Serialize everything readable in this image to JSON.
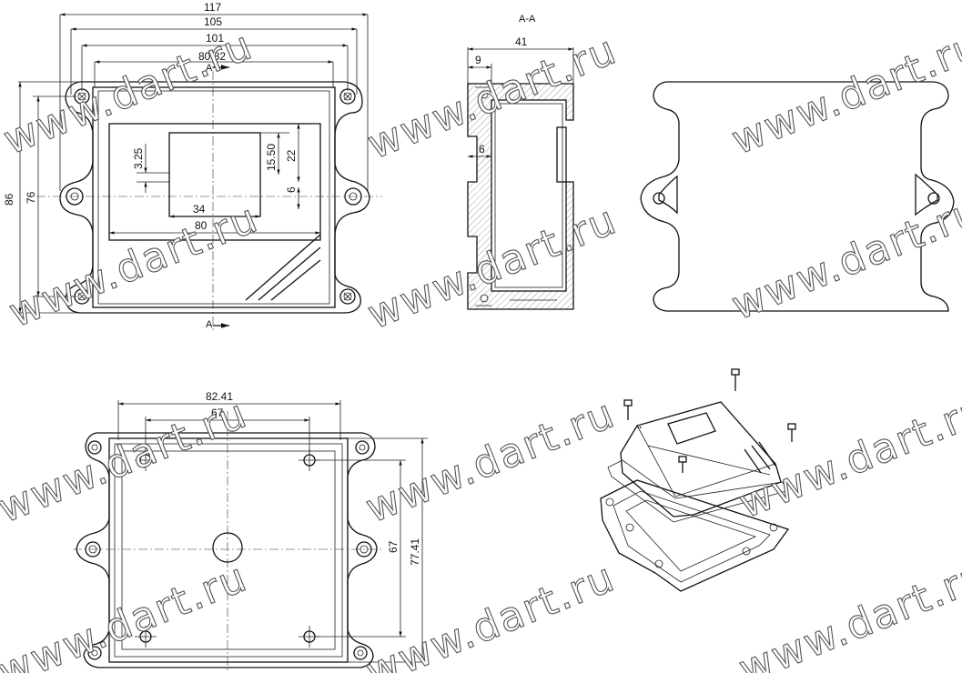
{
  "views": {
    "front": {
      "dims": {
        "w117": "117",
        "w105": "105",
        "w101": "101",
        "w8082": "80.82",
        "h86": "86",
        "h76": "76",
        "h325": "3.25",
        "h1550": "15.50",
        "h22": "22",
        "h6": "6",
        "w34": "34",
        "w80": "80"
      },
      "section_mark": "A"
    },
    "section": {
      "title": "A-A",
      "dims": {
        "w41": "41",
        "w9": "9",
        "w6": "6"
      }
    },
    "bottom": {
      "dims": {
        "w8241": "82.41",
        "w67top": "67",
        "h67": "67",
        "h7741": "77.41"
      }
    }
  },
  "watermark": {
    "text": "www.dart.ru"
  }
}
